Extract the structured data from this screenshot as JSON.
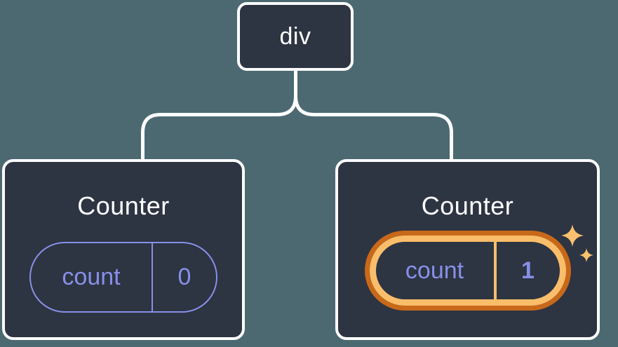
{
  "diagram": {
    "description": "React component tree with state",
    "root": {
      "label": "div"
    },
    "children": [
      {
        "title": "Counter",
        "state": {
          "key": "count",
          "value": "0"
        },
        "highlighted": false
      },
      {
        "title": "Counter",
        "state": {
          "key": "count",
          "value": "1"
        },
        "highlighted": true
      }
    ]
  },
  "icons": {
    "sparkle": "sparkles-icon"
  },
  "colors": {
    "background": "#4C6972",
    "node_fill": "#2D3442",
    "node_border": "#FFFFFF",
    "connector": "#FFFFFF",
    "text_primary": "#FFFFFF",
    "state_accent": "#8790E8",
    "highlight_dark": "#C8691A",
    "highlight_light": "#FABD6A",
    "sparkle": "#F9C16F"
  }
}
